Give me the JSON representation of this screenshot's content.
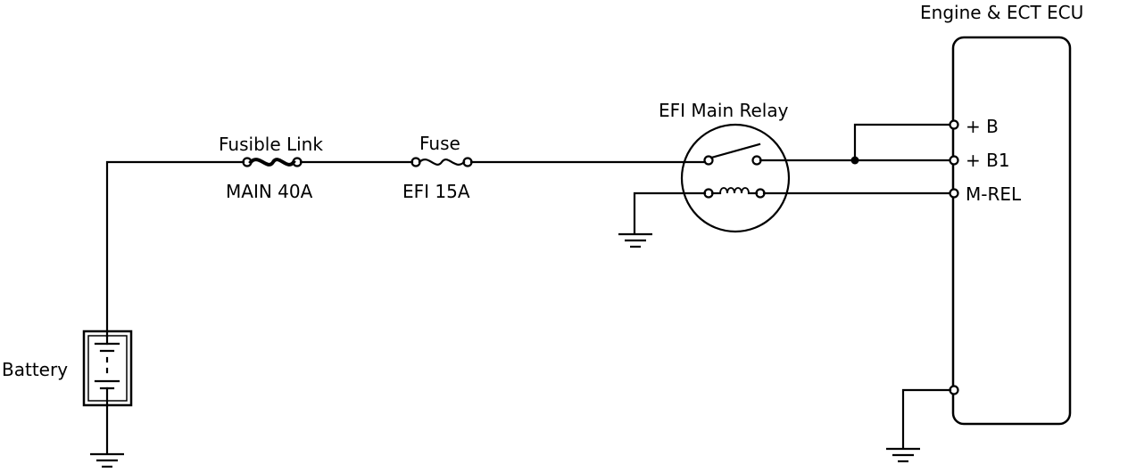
{
  "components": {
    "fusible_link": {
      "label": "Fusible Link",
      "rating": "MAIN 40A"
    },
    "fuse": {
      "label": "Fuse",
      "rating": "EFI 15A"
    },
    "relay": {
      "label": "EFI Main Relay"
    },
    "battery": {
      "label": "Battery"
    },
    "ecu": {
      "label": "Engine & ECT ECU",
      "pins": [
        "+ B",
        "+ B1",
        "M-REL"
      ]
    }
  }
}
